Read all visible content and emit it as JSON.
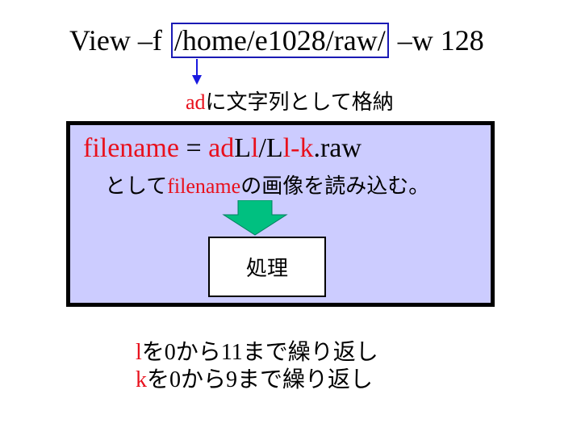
{
  "command": {
    "prefix": "View –f ",
    "path": "/home/e1028/raw/",
    "suffix": " –w 128"
  },
  "store_note": {
    "var": "ad",
    "text": "に文字列として格納"
  },
  "formula": {
    "lhs": "filename",
    "eq": " = ",
    "ad": "ad",
    "L1": "L",
    "l1": "l",
    "slash": "/L",
    "l2": "l",
    "k": "-k",
    "ext": ".raw"
  },
  "read_note": {
    "pre": "として",
    "var": "filename",
    "post": "の画像を読み込む。"
  },
  "process_label": "処理",
  "loops": [
    {
      "var": "l",
      "a": "を",
      "from": "0",
      "b": "から",
      "to": "11",
      "c": "まで繰り返し"
    },
    {
      "var": "k",
      "a": "を",
      "from": "0",
      "b": "から",
      "to": "9",
      "c": "まで繰り返し"
    }
  ],
  "colors": {
    "panel": "#ccccff",
    "accent_red": "#e8101c",
    "arrow_blue": "#1a1ae0",
    "arrow_green": "#00c080"
  }
}
